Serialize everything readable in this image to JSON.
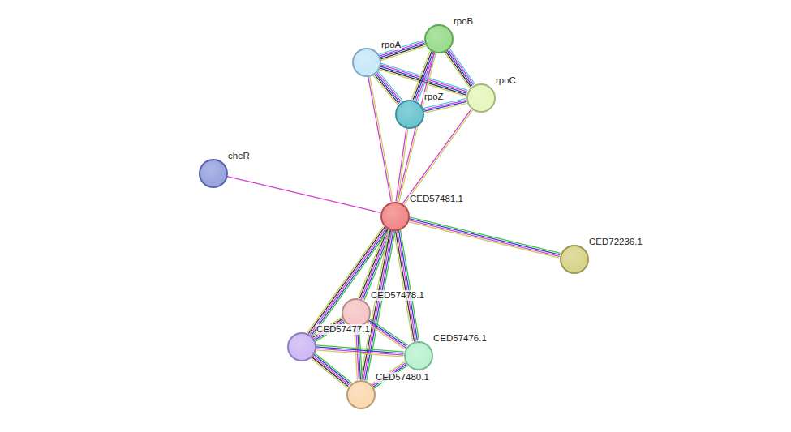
{
  "diagram": {
    "nodes": [
      {
        "text": [
          "rpoB"
        ]
      },
      {
        "text": [
          "rpoA"
        ]
      },
      {
        "text": [
          "rpoC"
        ]
      },
      {
        "text": [
          "rpoZ"
        ]
      },
      {
        "text": [
          "cheR"
        ]
      },
      {
        "text": [
          "CED57481.1"
        ]
      },
      {
        "text": [
          "CED72236.1"
        ]
      },
      {
        "text": [
          "CED57478.1"
        ]
      },
      {
        "text": [
          "CED57477.1"
        ]
      },
      {
        "text": [
          "CED57476.1"
        ]
      },
      {
        "text": [
          "CED57480.1"
        ]
      }
    ],
    "edges": [
      {
        "from": 1,
        "to": 0,
        "arrow": "none"
      },
      {
        "from": 1,
        "to": 3,
        "arrow": "none"
      },
      {
        "from": 1,
        "to": 2,
        "arrow": "none"
      },
      {
        "from": 0,
        "to": 3,
        "arrow": "none"
      },
      {
        "from": 0,
        "to": 2,
        "arrow": "none"
      },
      {
        "from": 3,
        "to": 2,
        "arrow": "none"
      },
      {
        "from": 5,
        "to": 1,
        "arrow": "none"
      },
      {
        "from": 5,
        "to": 0,
        "arrow": "none"
      },
      {
        "from": 5,
        "to": 3,
        "arrow": "none"
      },
      {
        "from": 5,
        "to": 2,
        "arrow": "none"
      },
      {
        "from": 4,
        "to": 5,
        "arrow": "none"
      },
      {
        "from": 5,
        "to": 6,
        "arrow": "none"
      },
      {
        "from": 5,
        "to": 7,
        "arrow": "none"
      },
      {
        "from": 5,
        "to": 8,
        "arrow": "none"
      },
      {
        "from": 5,
        "to": 9,
        "arrow": "none"
      },
      {
        "from": 5,
        "to": 10,
        "arrow": "none"
      },
      {
        "from": 7,
        "to": 8,
        "arrow": "none"
      },
      {
        "from": 7,
        "to": 9,
        "arrow": "none"
      },
      {
        "from": 7,
        "to": 10,
        "arrow": "none"
      },
      {
        "from": 8,
        "to": 9,
        "arrow": "none"
      },
      {
        "from": 8,
        "to": 10,
        "arrow": "none"
      },
      {
        "from": 9,
        "to": 10,
        "arrow": "none"
      }
    ]
  }
}
